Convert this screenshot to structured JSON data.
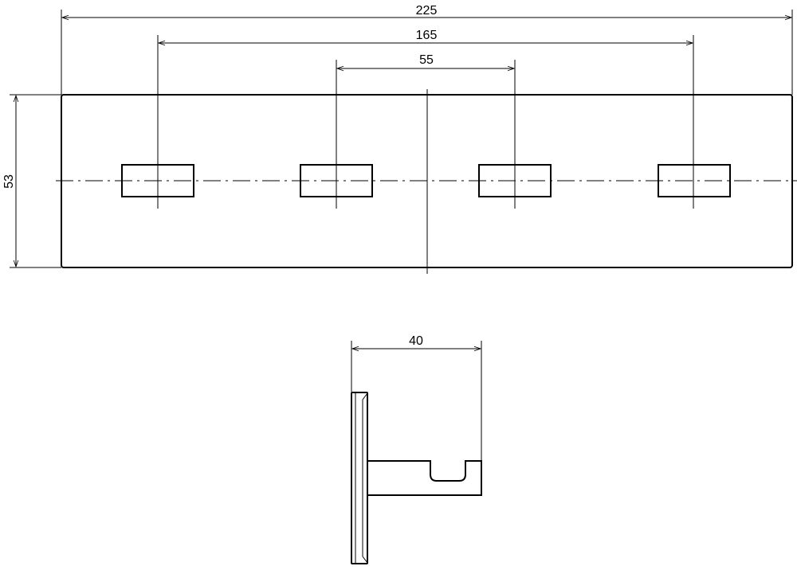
{
  "dimensions": {
    "overall_width": "225",
    "outer_hook_spacing": "165",
    "inner_hook_spacing": "55",
    "height": "53",
    "hook_depth": "40"
  }
}
